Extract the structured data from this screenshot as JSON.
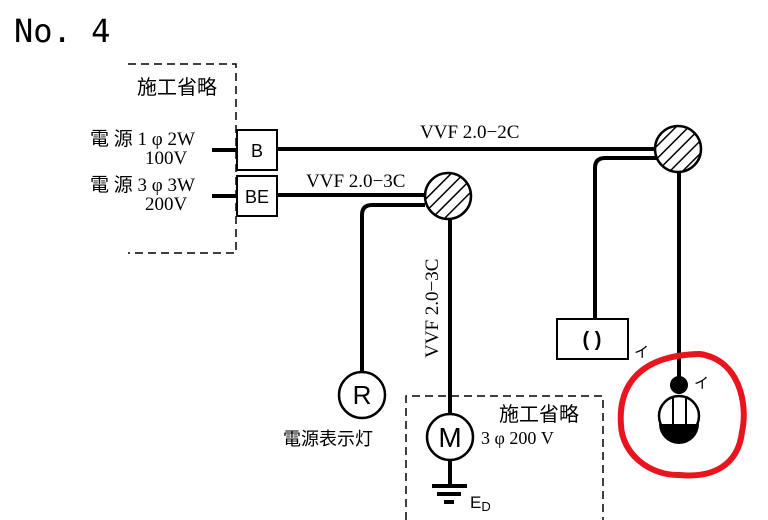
{
  "title": "No. 4",
  "omitted_label_top": "施工省略",
  "omitted_label_bottom": "施工省略",
  "source_1": {
    "line1": "電 源 1 φ 2W",
    "line2": "100V",
    "breaker": "B"
  },
  "source_2": {
    "line1": "電 源 3 φ 3W",
    "line2": "200V",
    "breaker": "BE"
  },
  "cables": {
    "top": "VVF 2.0−2C",
    "middle": "VVF 2.0−3C",
    "vertical": "VVF 2.0−3C"
  },
  "pilot_lamp": {
    "symbol": "R",
    "label": "電源表示灯"
  },
  "motor": {
    "symbol": "M",
    "label": "3 φ 200 V",
    "ground": "E",
    "ground_sub": "D"
  },
  "switch_box": {
    "symbol": "( )",
    "label": "イ"
  },
  "pendant_light": {
    "label": "イ"
  },
  "highlight_color": "#e8141e"
}
